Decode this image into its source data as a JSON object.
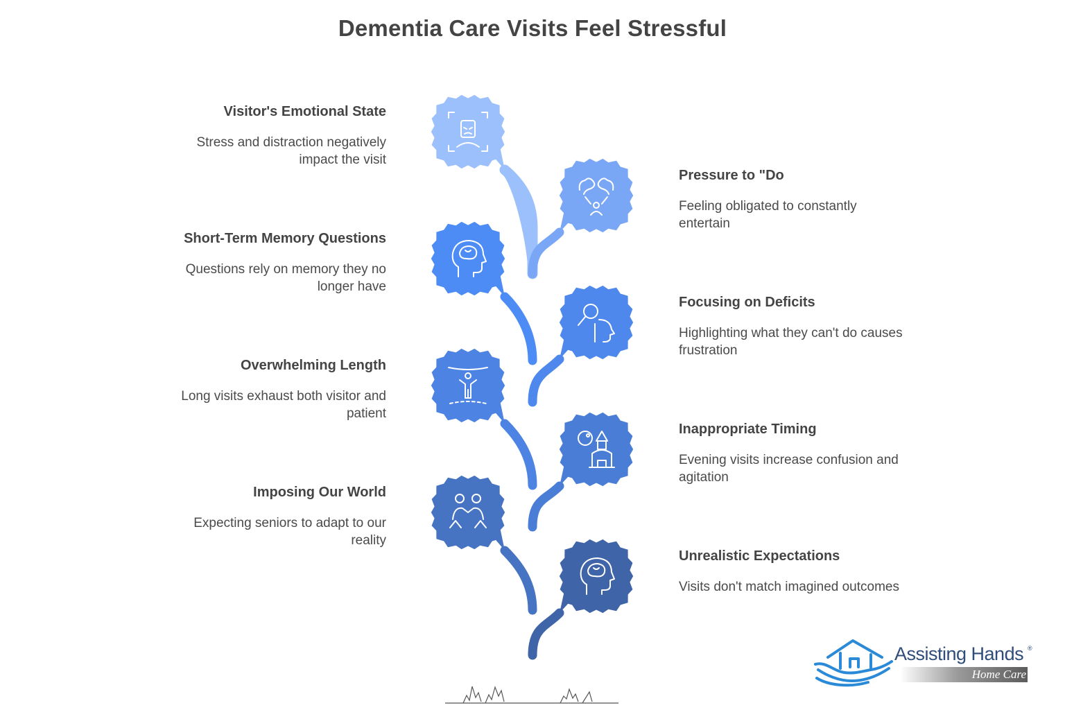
{
  "title": "Dementia Care Visits Feel Stressful",
  "items": [
    {
      "heading": "Visitor's Emotional State",
      "text": "Stress and distraction negatively impact the visit",
      "side": "left",
      "icon": "stressed-face-icon",
      "color": "#9cc0fb"
    },
    {
      "heading": "Pressure to \"Do",
      "text": "Feeling obligated to constantly entertain",
      "side": "right",
      "icon": "pressure-icon",
      "color": "#7aa7f5"
    },
    {
      "heading": "Short-Term Memory Questions",
      "text": "Questions rely on memory they no longer have",
      "side": "left",
      "icon": "head-brain-icon",
      "color": "#4d8cf5"
    },
    {
      "heading": "Focusing on Deficits",
      "text": "Highlighting what they can't do causes frustration",
      "side": "right",
      "icon": "person-search-icon",
      "color": "#4f88ec"
    },
    {
      "heading": "Overwhelming Length",
      "text": "Long visits exhaust both visitor and patient",
      "side": "left",
      "icon": "person-space-icon",
      "color": "#4d83e2"
    },
    {
      "heading": "Inappropriate Timing",
      "text": "Evening visits increase confusion and agitation",
      "side": "right",
      "icon": "moon-house-icon",
      "color": "#4a7ed6"
    },
    {
      "heading": "Imposing Our World",
      "text": "Expecting seniors to adapt to our reality",
      "side": "left",
      "icon": "two-people-icon",
      "color": "#4774c2"
    },
    {
      "heading": "Unrealistic Expectations",
      "text": "Visits don't match imagined outcomes",
      "side": "right",
      "icon": "head-brain-icon",
      "color": "#3f64a8"
    }
  ],
  "logo": {
    "name": "Assisting Hands",
    "registered": "®",
    "subtitle": "Home Care",
    "color": "#2a8ad8"
  }
}
